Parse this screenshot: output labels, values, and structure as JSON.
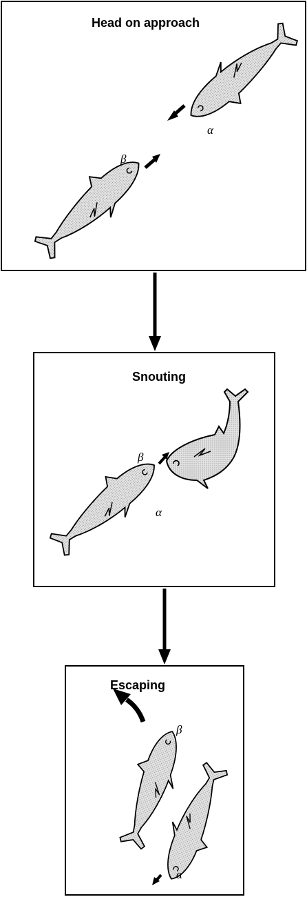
{
  "colors": {
    "outline": "#000000",
    "fish_fill": "#d9d9d9",
    "background": "#ffffff"
  },
  "panels": [
    {
      "title": "Head on approach",
      "alpha_label": "α",
      "beta_label": "β"
    },
    {
      "title": "Snouting",
      "alpha_label": "α",
      "beta_label": "β"
    },
    {
      "title": "Escaping",
      "alpha_label": "α",
      "beta_label": "β"
    }
  ],
  "icons": {
    "fish": "fish-icon",
    "swim_direction": "arrow-icon",
    "flow": "arrow-down-icon"
  }
}
